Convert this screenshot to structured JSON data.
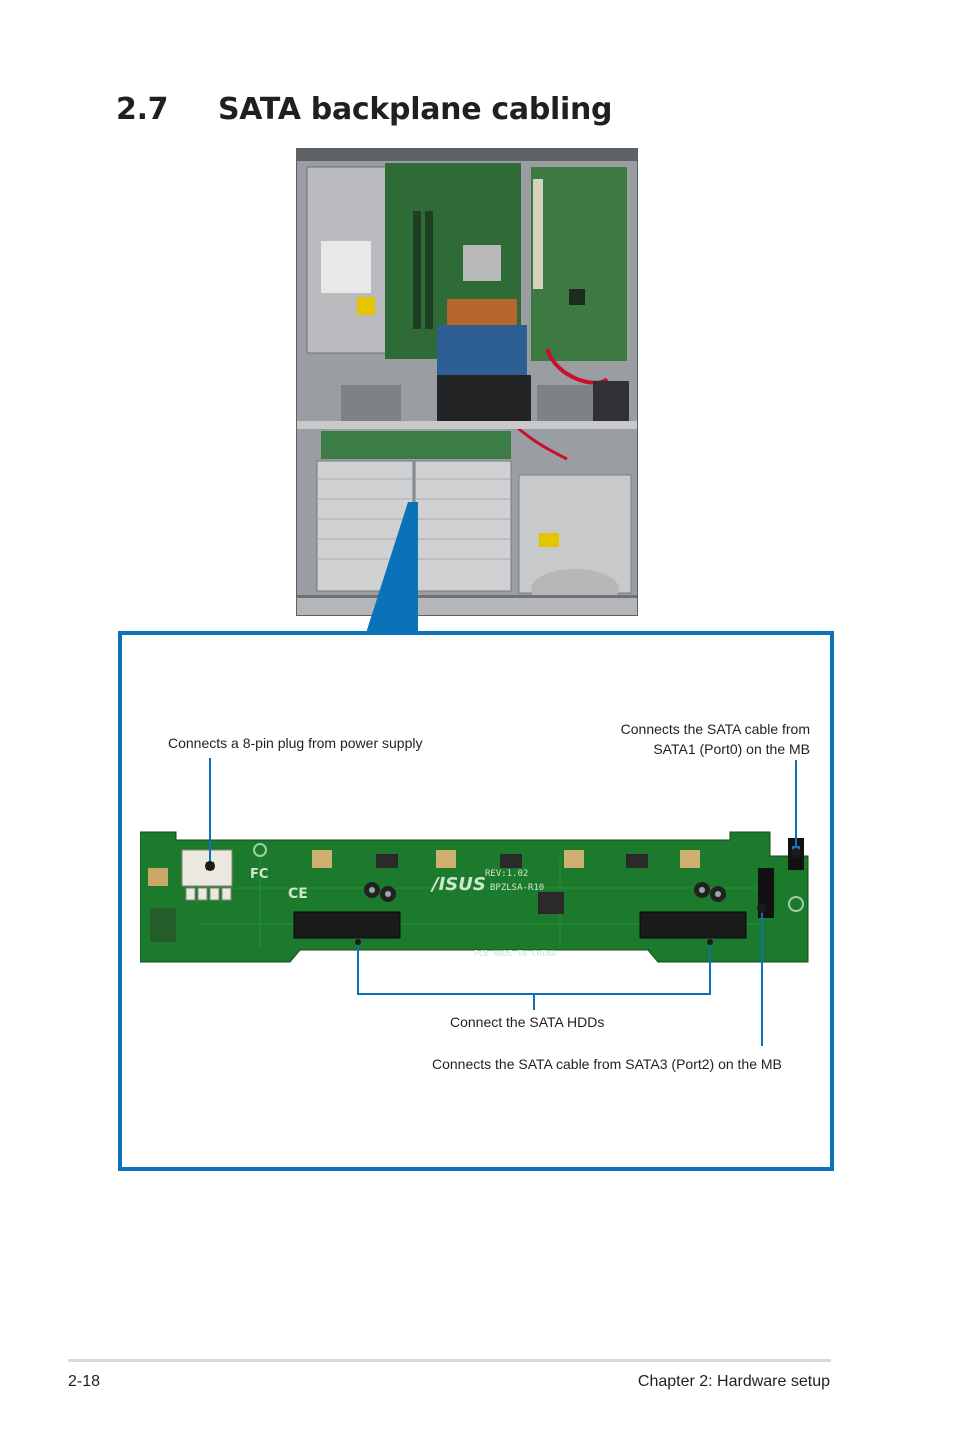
{
  "section": {
    "number": "2.7",
    "title": "SATA backplane cabling"
  },
  "callout": {
    "label_power": "Connects a 8-pin plug from power supply",
    "label_sata1": "Connects the SATA cable from\nSATA1 (Port0) on the MB",
    "label_hdds": "Connect the SATA HDDs",
    "label_sata3": "Connects the SATA cable from SATA3 (Port2) on the MB"
  },
  "backplane": {
    "logo": "/ISUS",
    "rev": "REV:1.02",
    "model": "BPZLSA-R10",
    "made_in": "PCB MADE IN CHINA",
    "fc_mark": "FC",
    "ce_mark": "CE"
  },
  "footer": {
    "page_number": "2-18",
    "chapter": "Chapter 2:  Hardware setup"
  },
  "colors": {
    "accent_blue": "#0b72b9",
    "pcb_green": "#1c7a2c"
  }
}
